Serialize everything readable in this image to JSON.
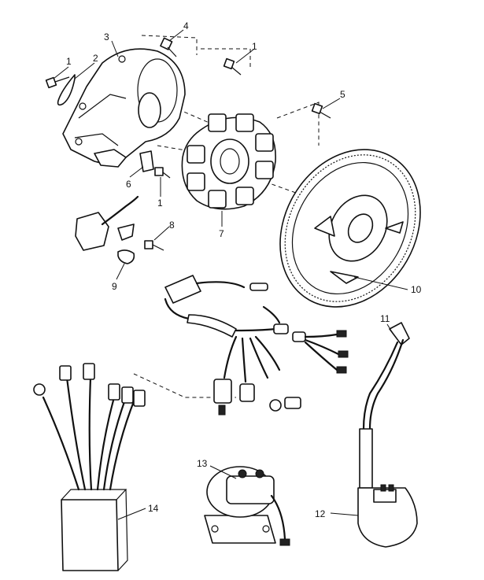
{
  "callouts": {
    "c1a": "1",
    "c2": "2",
    "c3": "3",
    "c4": "4",
    "c1b": "1",
    "c5": "5",
    "c6": "6",
    "c1c": "1",
    "c7": "7",
    "c8": "8",
    "c9": "9",
    "c10": "10",
    "c11": "11",
    "c12": "12",
    "c13": "13",
    "c14": "14"
  }
}
